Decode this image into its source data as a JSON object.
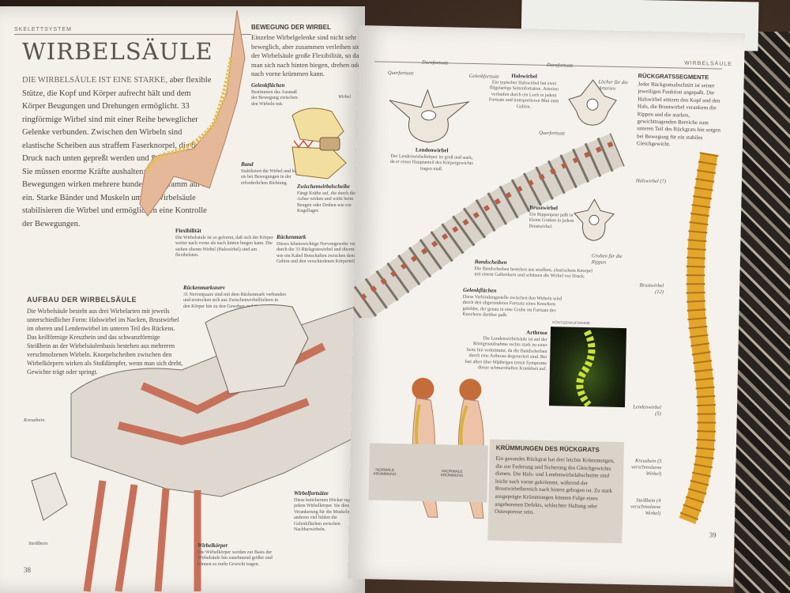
{
  "left_page": {
    "header": "SKELETTSYSTEM",
    "title": "WIRBELSÄULE",
    "intro_lead": "DIE WIRBELSÄULE IST EINE STARKE,",
    "intro": "aber flexible Stütze, die Kopf und Körper aufrecht hält und dem Körper Beugungen und Drehungen ermöglicht. 33 ringförmige Wirbel sind mit einer Reihe beweglicher Gelenke verbunden. Zwischen den Wirbeln sind elastische Scheiben aus straffem Faserknorpel, die bei Druck nach unten gepreßt werden und Stöße auffangen. Sie müssen enorme Kräfte aushalten: Bei anstrengenden Bewegungen wirken mehrere hundert Kilogramm auf sie ein. Starke Bänder und Muskeln um die Wirbelsäule stabilisieren die Wirbel und ermöglichen eine Kontrolle der Bewegungen.",
    "movement": {
      "heading": "BEWEGUNG DER WIRBEL",
      "text": "Einzelne Wirbelgelenke sind nicht sehr beweglich, aber zusammen verleihen sie der Wirbelsäule große Flexibilität, so daß man sich nach hinten biegen, drehen oder nach vorne krümmen kann."
    },
    "gelenkflaechen": {
      "title": "Gelenkflächen",
      "text": "Bestimmen das Ausmaß der Bewegung zwischen den Wirbeln mit."
    },
    "band": {
      "title": "Band",
      "text": "Stabilisiert die Wirbel und hält sie bei Bewegungen in der erforderlichen Richtung."
    },
    "zwischenwirbelscheibe": {
      "title": "Zwischenwirbelscheibe",
      "text": "Fängt Kräfte auf, die durch die Achse wirken und wirkt beim Beugen oder Drehen wie ein Kugellager."
    },
    "wirbel_label": "Wirbel",
    "flexibilitaet": {
      "title": "Flexibilität",
      "text": "Die Wirbelsäule ist so geformt, daß sich der Körper weiter nach vorne als nach hinten biegen kann. Die sieben oberen Wirbel (Halswirbel) sind am flexibelsten."
    },
    "rueckenmark": {
      "title": "Rückenmark",
      "text": "Dieses lebenswichtige Nervengewebe verläuft durch die 33 Rückgratswirbel und übermittelt wie ein Kabel Botschaften zwischen dem Gehirn und den verschiedenen Körperteilen."
    },
    "rueckenmarksnerv": {
      "title": "Rückenmarksnerv",
      "text": "31 Nervenpaare sind mit dem Rückenmark verbunden und erstrecken sich aus Zwischenwirbellöchern in den Körper hin zu den Geweben und Organen."
    },
    "aufbau": {
      "heading": "AUFBAU DER WIRBELSÄULE",
      "text": "Die Wirbelsäule besteht aus drei Wirbelarten mit jeweils unterschiedlicher Form: Halswirbel im Nacken, Brustwirbel im oberen und Lendenwirbel im unteren Teil des Rückens. Das keilförmige Kreuzbein und das schwanzförmige Steißbein an der Wirbelsäulenbasis bestehen aus mehreren verschmolzenen Wirbeln. Knorpelscheiben zwischen den Wirbelkörpern wirken als Stoßdämpfer, wenn man sich dreht, Gewichte trägt oder springt."
    },
    "kreuzbein_label": "Kreuzbein",
    "steissbein_label": "Steißbein",
    "wirbelfortsaetze": {
      "title": "Wirbelfortsätze",
      "text": "Diese knöchernen Höcker ragen aus jedem Wirbelkörper. Sie dienen der Verankerung für die Muskeln, die anderen viel bilden die Gelenkflächen zwischen Nachbarwirbeln."
    },
    "wirbelkoerper": {
      "title": "Wirbelkörper",
      "text": "Die Wirbelkörper werden zur Basis der Wirbelsäule hin zunehmend größer und können so mehr Gewicht tragen."
    },
    "page_number": "38"
  },
  "right_page": {
    "header": "WIRBELSÄULE",
    "querfortsatz_label": "Querfortsatz",
    "dornfortsatz_label": "Dornfortsatz",
    "gelenkfortsatz_label": "Gelenkfortsatz",
    "lendenwirbel": {
      "title": "Lendenwirbel",
      "text": "Der Lendenwirbelkörper ist groß und stark, da er einen Hauptanteil des Körpergewichts tragen muß."
    },
    "halswirbel": {
      "title": "Halswirbel",
      "text": "Ein typischer Halswirbel hat zwei flügelartige Seitenfortsätze. Arterien verlaufen durch ein Loch in jedem Fortsatz und transportieren Blut zum Gehirn."
    },
    "dornfortsatz2_label": "Dornfortsatz",
    "loecher_label": "Löcher für die Arterien",
    "querfortsatz2_label": "Querfortsatz",
    "brustwirbel": {
      "title": "Brustwirbel",
      "text": "Ein Rippenpaar paßt in kleine Gruben in jedem Brustwirbel."
    },
    "gruben_label": "Gruben für die Rippen",
    "bandscheiben": {
      "title": "Bandscheiben",
      "text": "Die Bandscheiben bestehen aus straffem, elastischem Knorpel mit einem Gallertkern und schützen die Wirbel vor Druck."
    },
    "gelenkflaechen": {
      "title": "Gelenkflächen",
      "text": "Diese Verbindungsstelle zwischen den Wirbeln wird durch den abgerundeten Fortsatz eines Knochens gebildet, der genau in eine Grube im Fortsatz des Knochens darüber paßt."
    },
    "roentgen_label": "RÖNTGENAUFNAHME",
    "arthrose": {
      "title": "Arthrose",
      "text": "Die Lendenwirbelsäule ist auf der Röntgenaufnahme rechts stark zu einer Seite hin verkrümmt, da die Bandscheiben durch eine Arthrose degeneriert sind. Bei fast allen über 60jährigen treten Symptome dieser schmerzhaften Krankheit auf."
    },
    "normal_label": "NORMALE KRÜMMUNG",
    "abnormal_label": "ANORMALE KRÜMMUNG",
    "kruemmungen": {
      "heading": "KRÜMMUNGEN DES RÜCKGRATS",
      "text": "Ein gesundes Rückgrat hat drei leichte Krümmungen, die zur Federung und Sicherung des Gleichgewichts dienen. Die Hals- und Lendenwirbelabschnitte sind leicht nach vorne gekrümmt, während der Brustwirbelbereich nach hinten gebogen ist. Zu stark ausgeprägte Krümmungen können Folge eines angeborenen Defekts, schlechter Haltung oder Osteoporose sein."
    },
    "segmente": {
      "heading": "RÜCKGRATSSEGMENTE",
      "text": "Jeder Rückgratsabschnitt ist seiner jeweiligen Funktion angepaßt. Die Halswirbel stützen den Kopf und den Hals, die Brustwirbel verankern die Rippen und die starken, gewichttragenden Bereiche zum unteren Teil des Rückgrats hin sorgen bei Bewegung für ein stabiles Gleichgewicht."
    },
    "side_labels": {
      "hals": "Halswirbel (7)",
      "brust": "Brustwirbel (12)",
      "lenden": "Lendenwirbel (5)",
      "kreuz": "Kreuzbein (5 verschmolzene Wirbel)",
      "steiss": "Steißbein (4 verschmolzene Wirbel)"
    },
    "page_number": "39"
  }
}
